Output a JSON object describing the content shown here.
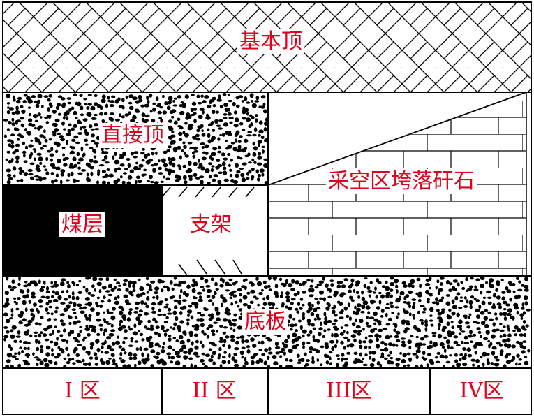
{
  "labels": {
    "basic_roof": "基本顶",
    "immediate_roof": "直接顶",
    "coal_seam": "煤层",
    "support": "支架",
    "goaf_rock": "采空区垮落矸石",
    "floor": "底板"
  },
  "zones": [
    {
      "label": "I 区"
    },
    {
      "label": "II 区"
    },
    {
      "label": "III区"
    },
    {
      "label": "IV区"
    }
  ],
  "colors": {
    "label_text": "#e0001b",
    "line": "#000000",
    "coal": "#000000",
    "background": "#ffffff"
  },
  "patterns": {
    "basic_roof": "herringbone-hatch",
    "immediate_roof": "dense-dots",
    "goaf_rock": "brick",
    "floor": "dense-dots"
  }
}
